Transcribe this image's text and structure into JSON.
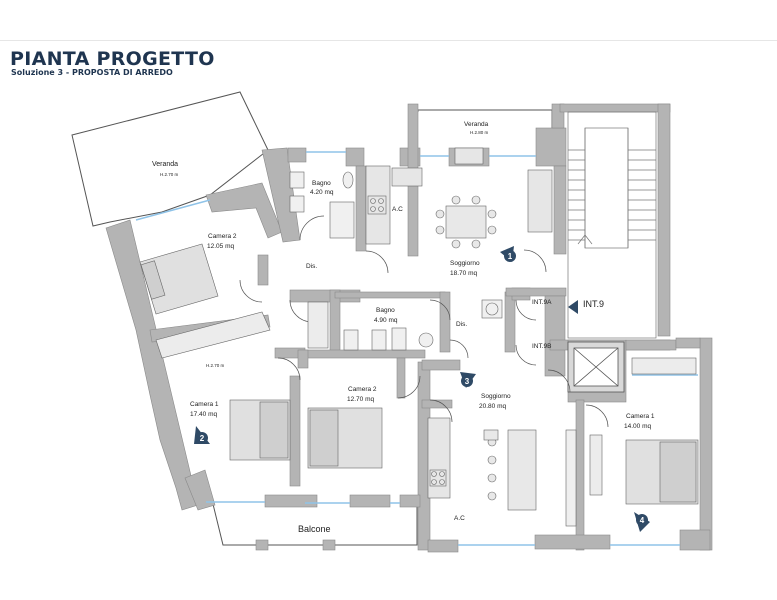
{
  "header": {
    "title": "PIANTA PROGETTO",
    "subtitle": "Soluzione 3 - PROPOSTA DI ARREDO"
  },
  "colors": {
    "wall": "#b4b4b4",
    "wall_stroke": "#8a8a8a",
    "window": "#8fc3e8",
    "marker": "#2f4a66",
    "title": "#1f3550"
  },
  "rooms": {
    "veranda_left": {
      "name": "Veranda",
      "h": "H.2.70 m"
    },
    "bagno_top": {
      "name": "Bagno",
      "area": "4.20 mq"
    },
    "ac_top": "A.C",
    "veranda_right": {
      "name": "Veranda",
      "h": "H.2.80 m"
    },
    "camera2_top": {
      "name": "Camera 2",
      "area": "12.05 mq"
    },
    "dis_left": "Dis.",
    "soggiorno_top": {
      "name": "Soggiorno",
      "area": "18.70 mq"
    },
    "bagno_mid": {
      "name": "Bagno",
      "area": "4.90 mq"
    },
    "dis_mid": "Dis.",
    "int9a": "INT.9A",
    "int9": "INT.9",
    "int9b": "INT.9B",
    "h270": "H.2.70 m",
    "camera1_left": {
      "name": "Camera 1",
      "area": "17.40 mq"
    },
    "camera2_mid": {
      "name": "Camera 2",
      "area": "12.70 mq"
    },
    "soggiorno_mid": {
      "name": "Soggiorno",
      "area": "20.80 mq"
    },
    "camera1_right": {
      "name": "Camera 1",
      "area": "14.00 mq"
    },
    "ac_mid": "A.C",
    "balcone": "Balcone"
  },
  "markers": [
    "1",
    "2",
    "3",
    "4"
  ]
}
